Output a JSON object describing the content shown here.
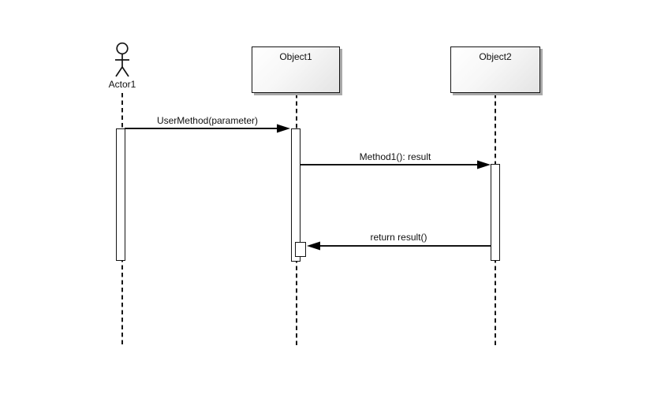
{
  "diagram": {
    "type": "uml-sequence-diagram",
    "colors": {
      "background": "#ffffff",
      "line": "#141414",
      "box_fill_top": "#ffffff",
      "box_fill_bottom": "#e4e4e4",
      "box_shadow": "#a9a9a9",
      "text": "#111111"
    },
    "actors": [
      {
        "label": "Actor1"
      }
    ],
    "objects": [
      {
        "label": "Object1"
      },
      {
        "label": "Object2"
      }
    ],
    "messages": [
      {
        "label": "UserMethod(parameter)",
        "from": "Actor1",
        "to": "Object1",
        "direction": "right",
        "line_style": "solid",
        "arrowhead": "filled"
      },
      {
        "label": "Method1(): result",
        "from": "Object1",
        "to": "Object2",
        "direction": "right",
        "line_style": "solid",
        "arrowhead": "filled"
      },
      {
        "label": "return result()",
        "from": "Object2",
        "to": "Object1",
        "direction": "left",
        "line_style": "solid",
        "arrowhead": "filled"
      }
    ]
  }
}
